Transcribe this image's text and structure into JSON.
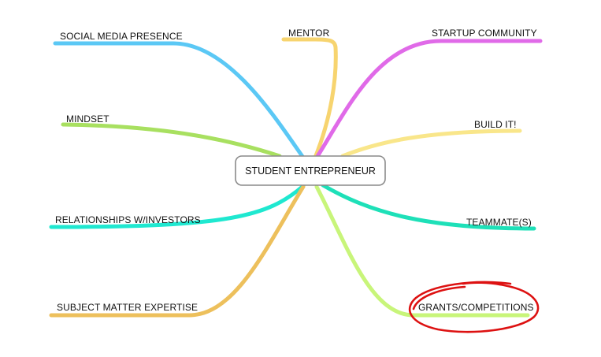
{
  "center": {
    "label": "STUDENT ENTREPRENEUR"
  },
  "branches": [
    {
      "id": "social-media-presence",
      "label": "SOCIAL MEDIA PRESENCE",
      "color": "#5bc8f5"
    },
    {
      "id": "mentor",
      "label": "MENTOR",
      "color": "#f7d46f"
    },
    {
      "id": "startup-community",
      "label": "STARTUP COMMUNITY",
      "color": "#e06ae8"
    },
    {
      "id": "mindset",
      "label": "MINDSET",
      "color": "#a8e060"
    },
    {
      "id": "build-it",
      "label": "BUILD IT!",
      "color": "#f9e68a"
    },
    {
      "id": "relationships-w-investors",
      "label": "RELATIONSHIPS W/INVESTORS",
      "color": "#1fe8d0"
    },
    {
      "id": "teammates",
      "label": "TEAMMATE(S)",
      "color": "#1ee0b8"
    },
    {
      "id": "subject-matter-expertise",
      "label": "SUBJECT MATTER EXPERTISE",
      "color": "#edc05c"
    },
    {
      "id": "grants-competitions",
      "label": "GRANTS/COMPETITIONS",
      "color": "#c8f57a"
    }
  ],
  "highlight": {
    "target": "grants-competitions",
    "color": "#dd1111"
  }
}
